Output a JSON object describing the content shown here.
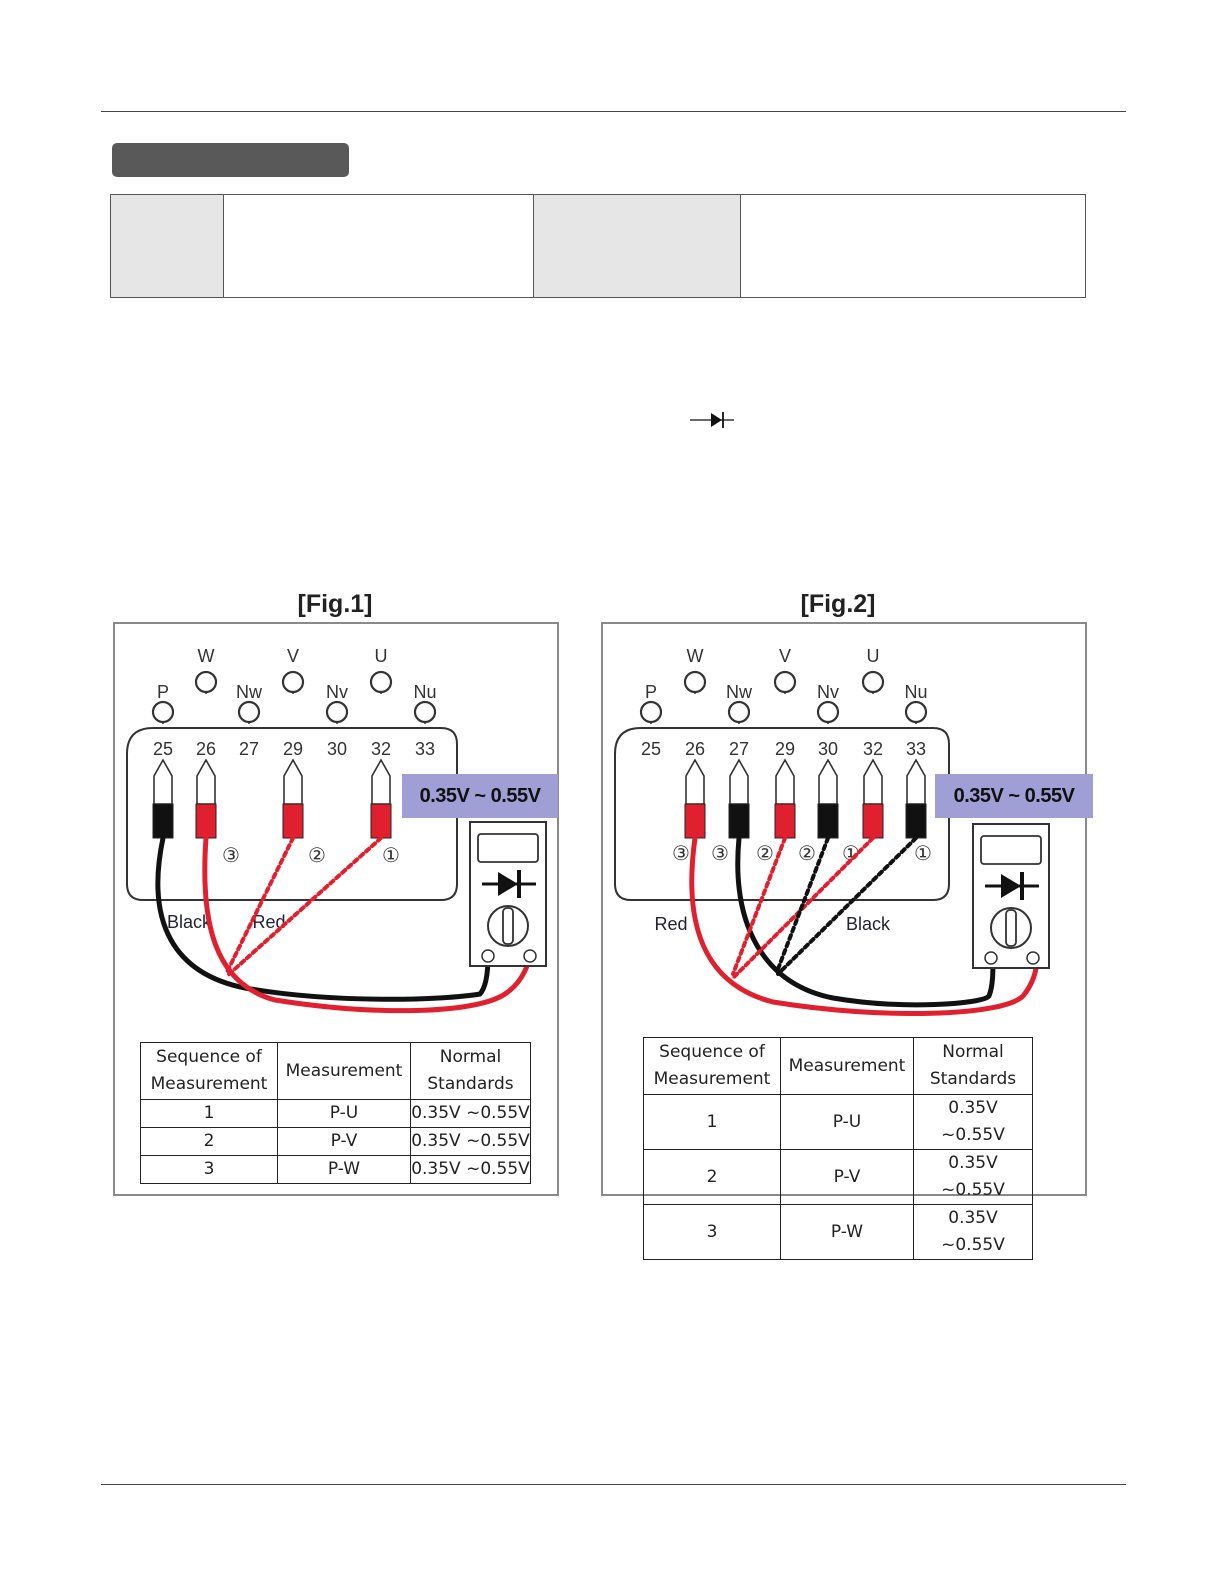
{
  "figures": [
    {
      "title": "[Fig.1]",
      "top_terminals": [
        {
          "label": "P",
          "pin": "25"
        },
        {
          "label": "W",
          "pin": "26"
        },
        {
          "label": "Nw",
          "pin": "27"
        },
        {
          "label": "V",
          "pin": "29"
        },
        {
          "label": "Nv",
          "pin": "30"
        },
        {
          "label": "U",
          "pin": "32"
        },
        {
          "label": "Nu",
          "pin": "33"
        }
      ],
      "probe_sequence_marks": [
        "③",
        "②",
        "①"
      ],
      "lead_labels": {
        "black": "Black",
        "red": "Red"
      },
      "range_badge": "0.35V ~ 0.55V",
      "meter_icon": "diode-icon",
      "table": {
        "headers": [
          "Sequence of Measurement",
          "Measurement",
          "Normal Standards"
        ],
        "rows": [
          [
            "1",
            "P-U",
            "0.35V ~0.55V"
          ],
          [
            "2",
            "P-V",
            "0.35V ~0.55V"
          ],
          [
            "3",
            "P-W",
            "0.35V ~0.55V"
          ]
        ]
      }
    },
    {
      "title": "[Fig.2]",
      "top_terminals": [
        {
          "label": "P",
          "pin": "25"
        },
        {
          "label": "W",
          "pin": "26"
        },
        {
          "label": "Nw",
          "pin": "27"
        },
        {
          "label": "V",
          "pin": "29"
        },
        {
          "label": "Nv",
          "pin": "30"
        },
        {
          "label": "U",
          "pin": "32"
        },
        {
          "label": "Nu",
          "pin": "33"
        }
      ],
      "probe_sequence_marks": [
        "③",
        "③",
        "②",
        "②",
        "①",
        "①"
      ],
      "lead_labels": {
        "black": "Black",
        "red": "Red"
      },
      "range_badge": "0.35V ~ 0.55V",
      "meter_icon": "diode-icon",
      "table": {
        "headers": [
          "Sequence of Measurement",
          "Measurement",
          "Normal Standards"
        ],
        "rows": [
          [
            "1",
            "P-U",
            "0.35V ~0.55V"
          ],
          [
            "2",
            "P-V",
            "0.35V ~0.55V"
          ],
          [
            "3",
            "P-W",
            "0.35V ~0.55V"
          ]
        ]
      }
    }
  ],
  "colors": {
    "red_lead": "#e0202e",
    "black_lead": "#111111",
    "badge_bg": "#9f9fd6",
    "info_cell_shade": "#e6e6e6",
    "header_pill": "#595959"
  }
}
